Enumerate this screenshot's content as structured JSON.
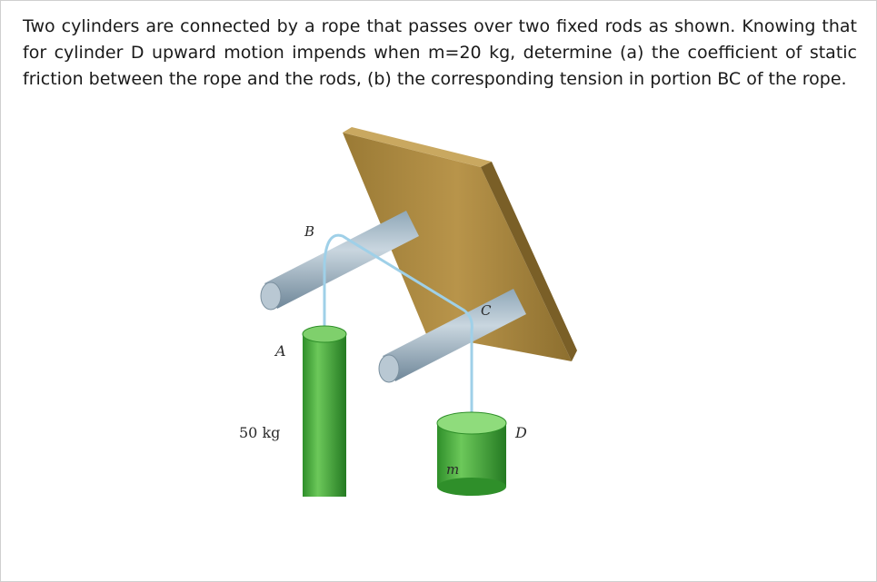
{
  "problem": {
    "text": "Two cylinders are connected by a rope that passes over two fixed rods as shown. Knowing that for cylinder D upward motion impends when m=20 kg, determine (a) the coefficient of static friction between the rope and the rods, (b) the corresponding tension in portion BC of the rope."
  },
  "figure": {
    "label_b": "B",
    "label_c": "C",
    "label_a": "A",
    "label_d": "D",
    "mass_a": "50 kg",
    "mass_d": "m"
  }
}
